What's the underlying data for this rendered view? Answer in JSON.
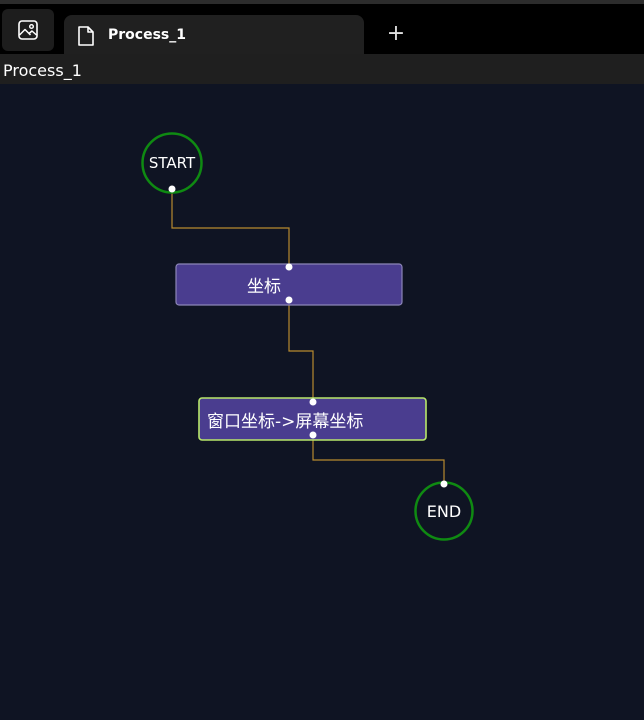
{
  "tabs": [
    {
      "label": "Process_1",
      "icon": "document-icon",
      "active": true
    }
  ],
  "app_icon": "image-icon",
  "new_tab_symbol": "+",
  "page_title": "Process_1",
  "diagram": {
    "nodes": [
      {
        "id": "start",
        "type": "terminal",
        "label": "START"
      },
      {
        "id": "coord",
        "type": "process",
        "label": "坐标"
      },
      {
        "id": "window_to_screen",
        "type": "process",
        "label": "窗口坐标->屏幕坐标",
        "selected": true
      },
      {
        "id": "end",
        "type": "terminal",
        "label": "END"
      }
    ],
    "edges": [
      {
        "from": "start",
        "to": "coord"
      },
      {
        "from": "coord",
        "to": "window_to_screen"
      },
      {
        "from": "window_to_screen",
        "to": "end"
      }
    ],
    "colors": {
      "background": "#0f1423",
      "terminal_stroke": "#0f8a12",
      "process_fill": "#4a3d8f",
      "process_stroke": "#8c86b8",
      "selected_stroke": "#b9e86a",
      "edge": "#b78a2f",
      "port": "#ffffff"
    }
  }
}
